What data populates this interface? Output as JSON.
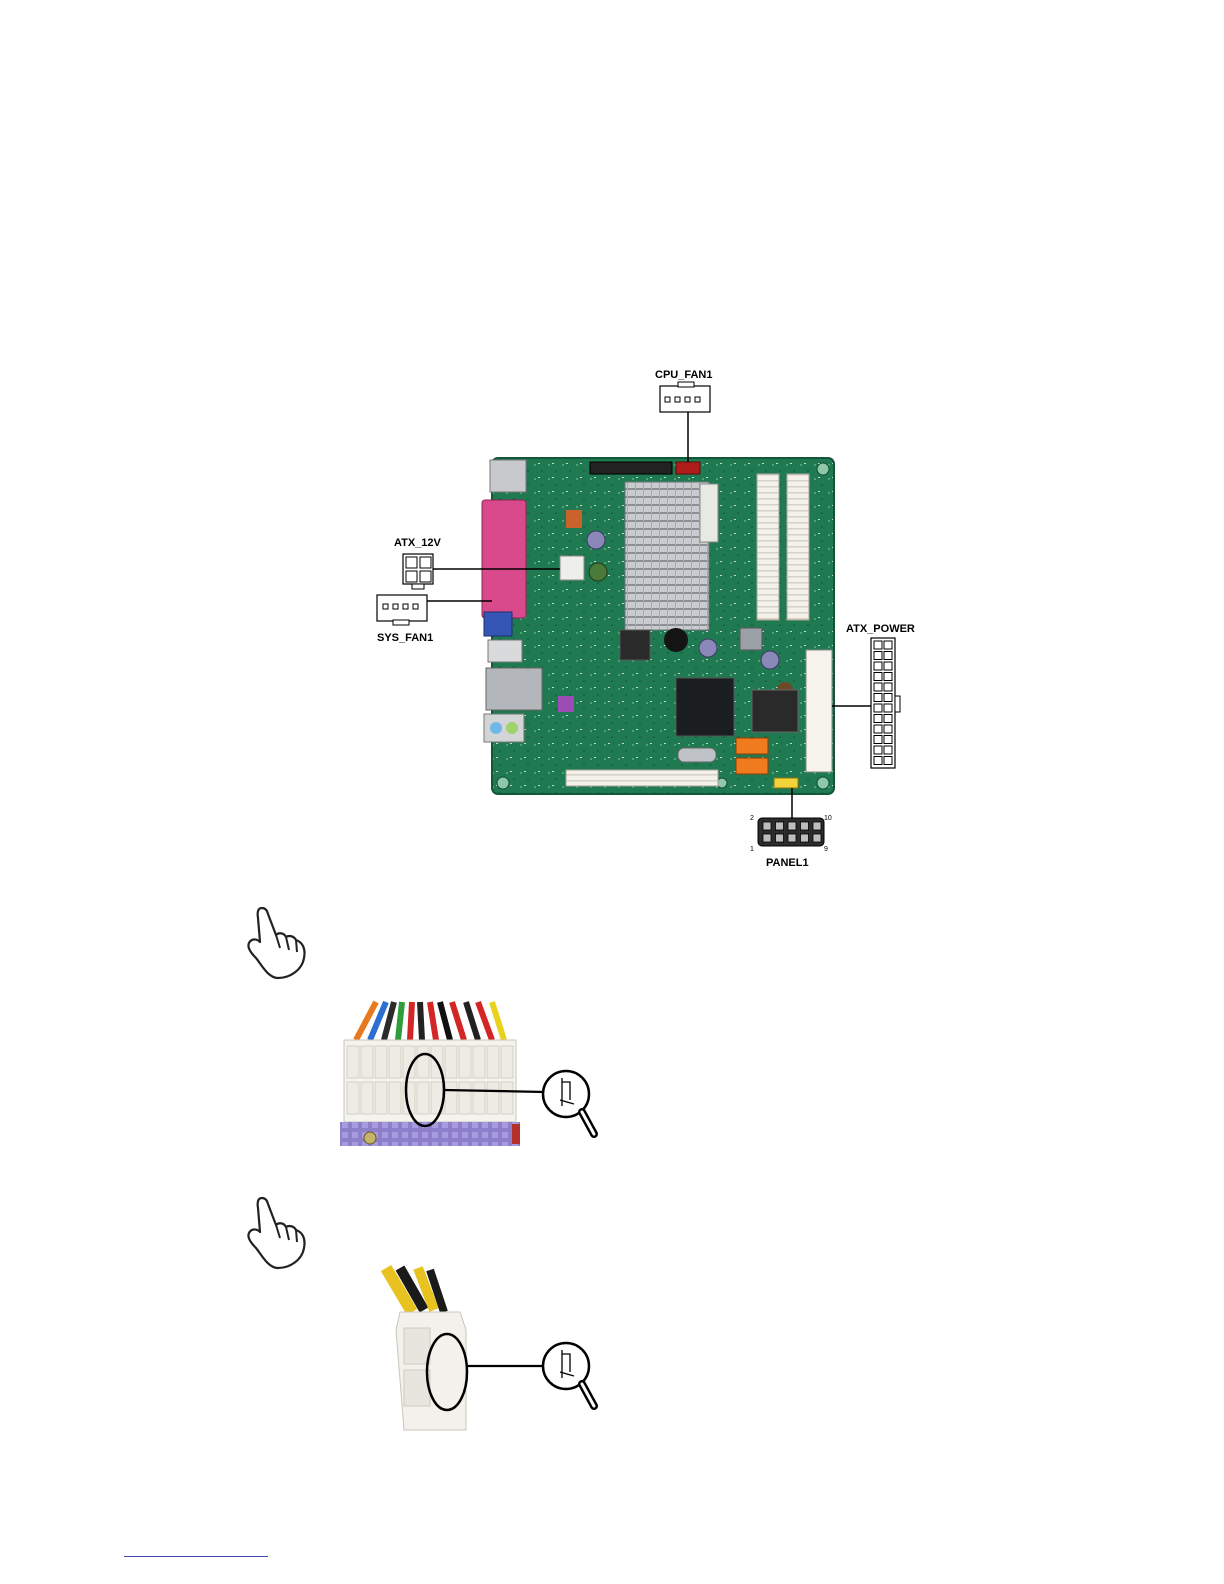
{
  "labels": {
    "cpu_fan": "CPU_FAN1",
    "atx_12v": "ATX_12V",
    "sys_fan": "SYS_FAN1",
    "atx_power": "ATX_POWER",
    "panel": "PANEL1",
    "panel_pin_top_left": "2",
    "panel_pin_top_right": "10",
    "panel_pin_bottom_left": "1",
    "panel_pin_bottom_right": "9"
  },
  "icons": {
    "note_1": "pointing-hand-icon",
    "note_2": "pointing-hand-icon",
    "zoom_1": "magnifier-icon",
    "zoom_2": "magnifier-icon"
  },
  "colors": {
    "pcb": "#1f7a52",
    "parallel_port": "#d94a8c",
    "sata": "#f07a1e",
    "panel_header": "#f2d43a",
    "cpu_fan_header": "#b01c1c",
    "slot": "#f5f2e8",
    "mount_violet": "#8d7fc9"
  }
}
